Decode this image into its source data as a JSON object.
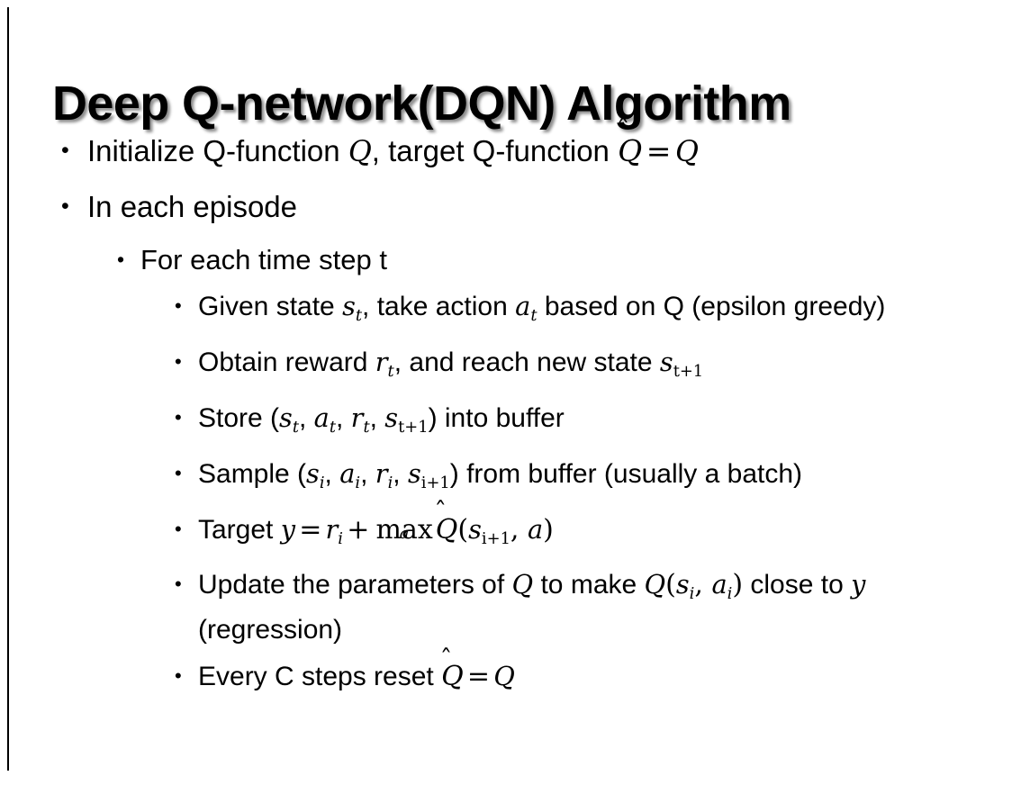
{
  "slide": {
    "title": "Deep Q-network(DQN) Algorithm",
    "background_color": "#ffffff",
    "text_color": "#000000",
    "rule_color": "#000000",
    "bullet_glyph": "•"
  },
  "bullets": {
    "b1": {
      "level": 1,
      "plain_text": "Initialize Q-function Q, target Q-function Q̂ = Q",
      "seg_1": "Initialize Q-function ",
      "math_q1": "Q",
      "seg_2": ", target Q-function ",
      "hat_accent": "̂",
      "math_qhat": "Q",
      "eq": "=",
      "math_q2": "Q"
    },
    "b2": {
      "level": 1,
      "plain_text": "In each episode",
      "seg_1": "In each episode"
    },
    "b3": {
      "level": 2,
      "plain_text": "For each time step t",
      "seg_1": "For each time step t"
    },
    "b4": {
      "level": 3,
      "plain_text": "Given state sₜ, take action aₜ based on Q (epsilon greedy)",
      "seg_1": "Given state ",
      "math_s": "s",
      "sub_s": "t",
      "seg_2": ", take action ",
      "math_a": "a",
      "sub_a": "t",
      "seg_3": " based on Q (epsilon greedy)"
    },
    "b5": {
      "level": 3,
      "plain_text": "Obtain reward rₜ, and reach new state sₜ₊₁",
      "seg_1": "Obtain reward ",
      "math_r": "r",
      "sub_r": "t",
      "seg_2": ", and reach new state ",
      "math_s": "s",
      "sub_s": "t+1"
    },
    "b6": {
      "level": 3,
      "plain_text": "Store (sₜ, aₜ, rₜ, sₜ₊₁) into buffer",
      "seg_1": "Store (",
      "math_s1": "s",
      "sub_s1": "t",
      "comma_1": ", ",
      "math_a": "a",
      "sub_a": "t",
      "comma_2": ", ",
      "math_r": "r",
      "sub_r": "t",
      "comma_3": ", ",
      "math_s2": "s",
      "sub_s2": "t+1",
      "seg_2": ") into buffer"
    },
    "b7": {
      "level": 3,
      "plain_text": "Sample (sᵢ, aᵢ, rᵢ, sᵢ₊₁) from buffer (usually a batch)",
      "seg_1": "Sample (",
      "math_s1": "s",
      "sub_s1": "i",
      "comma_1": ", ",
      "math_a": "a",
      "sub_a": "i",
      "comma_2": ", ",
      "math_r": "r",
      "sub_r": "i",
      "comma_3": ", ",
      "math_s2": "s",
      "sub_s2": "i+1",
      "seg_2": ") from buffer (usually a batch)"
    },
    "b8": {
      "level": 3,
      "plain_text": "Target y = rᵢ + maxₐ Q̂(sᵢ₊₁, a)",
      "seg_1": "Target ",
      "math_y": "y",
      "eq": "=",
      "math_r": "r",
      "sub_r": "i",
      "plus": "+",
      "max_label": "max",
      "max_limit": "a",
      "hat_accent": "̂",
      "math_qhat": "Q",
      "paren_open": "(",
      "math_s": "s",
      "sub_s": "i+1",
      "comma": ", ",
      "math_a": "a",
      "paren_close": ")"
    },
    "b9": {
      "level": 3,
      "plain_text": "Update the parameters of Q to make Q(sᵢ, aᵢ) close to y (regression)",
      "seg_1": "Update the parameters of ",
      "math_q1": "Q",
      "seg_2": " to make ",
      "math_q2": "Q",
      "paren_open": "(",
      "math_s": "s",
      "sub_s": "i",
      "comma": ", ",
      "math_a": "a",
      "sub_a": "i",
      "paren_close": ")",
      "seg_3": " close to ",
      "math_y": "y",
      "seg_4": " (regression)"
    },
    "b10": {
      "level": 3,
      "plain_text": "Every C steps reset Q̂ = Q",
      "seg_1": "Every C steps reset ",
      "hat_accent": "̂",
      "math_qhat": "Q",
      "eq": "=",
      "math_q": "Q"
    }
  }
}
